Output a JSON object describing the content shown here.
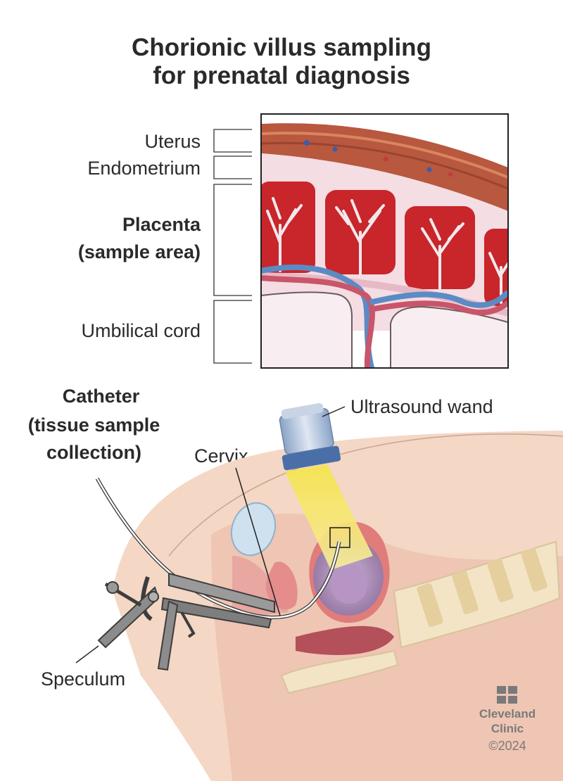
{
  "title": {
    "line1": "Chorionic villus sampling",
    "line2": "for prenatal diagnosis"
  },
  "inset": {
    "labels": {
      "uterus": "Uterus",
      "endometrium": "Endometrium",
      "placenta_line1": "Placenta",
      "placenta_line2": "(sample area)",
      "umbilical_cord": "Umbilical cord"
    }
  },
  "procedure": {
    "labels": {
      "catheter_line1": "Catheter",
      "catheter_line2": "(tissue sample",
      "catheter_line3": "collection)",
      "ultrasound_wand": "Ultrasound wand",
      "cervix": "Cervix",
      "speculum": "Speculum"
    }
  },
  "brand": {
    "name_line1": "Cleveland",
    "name_line2": "Clinic",
    "copyright": "©2024"
  },
  "colors": {
    "uterus_muscle": "#b8583f",
    "placenta_red": "#c8262a",
    "endometrium_pink": "#f4dde3",
    "artery": "#c9556a",
    "vein": "#5b8bc4",
    "ultrasound_beam": "#f3e55a",
    "skin": "#f4d7c5"
  }
}
